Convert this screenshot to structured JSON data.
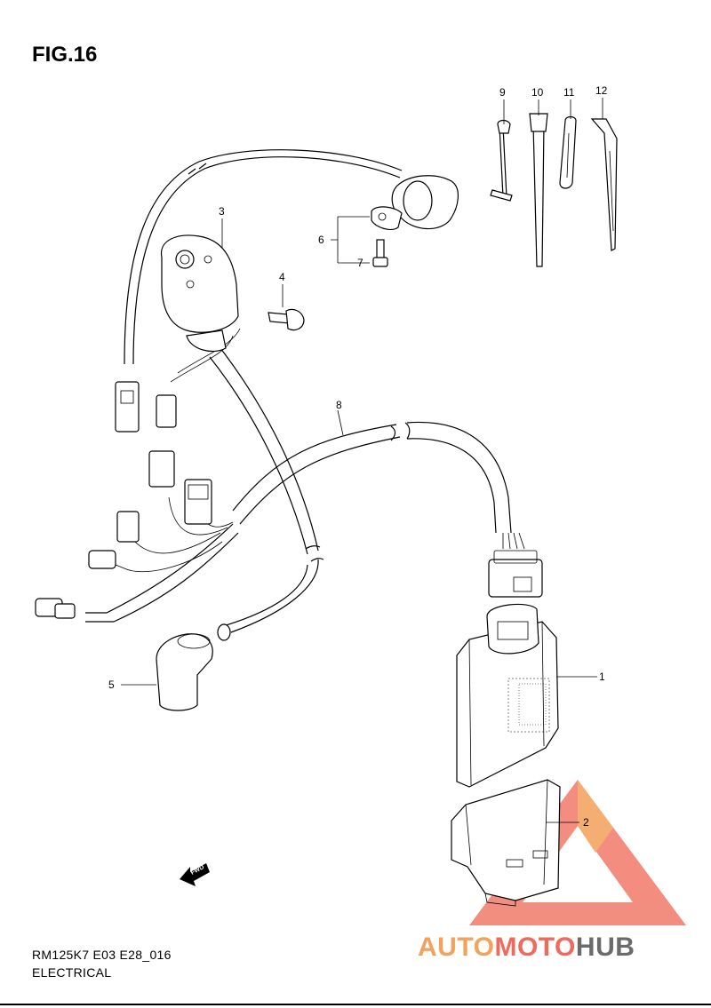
{
  "diagram": {
    "title": "FIG.16",
    "model_code": "RM125K7 E03 E28_016",
    "section": "ELECTRICAL",
    "fwd_label": "FWD",
    "callouts": [
      {
        "id": "1",
        "label": "1"
      },
      {
        "id": "2",
        "label": "2"
      },
      {
        "id": "3",
        "label": "3"
      },
      {
        "id": "4",
        "label": "4"
      },
      {
        "id": "5",
        "label": "5"
      },
      {
        "id": "6",
        "label": "6"
      },
      {
        "id": "7",
        "label": "7"
      },
      {
        "id": "8",
        "label": "8"
      },
      {
        "id": "9",
        "label": "9"
      },
      {
        "id": "10",
        "label": "10"
      },
      {
        "id": "11",
        "label": "11"
      },
      {
        "id": "12",
        "label": "12"
      }
    ]
  },
  "watermark": {
    "part_a": "AUTO",
    "part_b": "MOTO",
    "part_c": "HUB",
    "colors": {
      "primary": "#f3a25e",
      "secondary": "#ef6a5d",
      "dark": "#6b6b6b"
    }
  }
}
